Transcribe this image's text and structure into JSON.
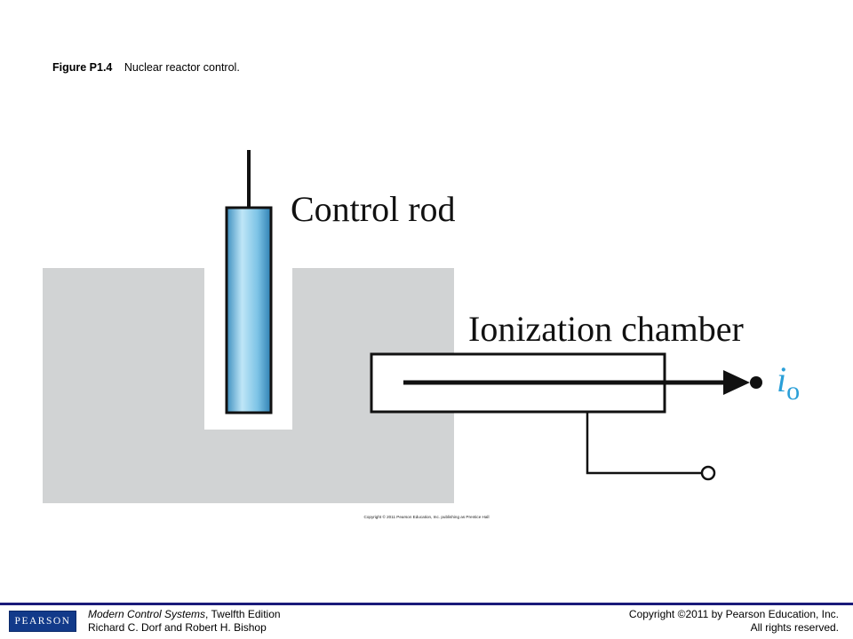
{
  "caption": {
    "figure_label": "Figure P1.4",
    "title": "Nuclear reactor control."
  },
  "diagram": {
    "control_rod_label": "Control rod",
    "ionization_chamber_label": "Ionization chamber",
    "output_symbol": "i",
    "output_subscript": "o",
    "copyright_small": "Copyright © 2011 Pearson Education, Inc. publishing as Prentice Hall",
    "colors": {
      "reactor_core": "#d1d3d4",
      "rod_fill": "#8fcbe8",
      "output_label": "#2a9fd8"
    }
  },
  "footer": {
    "logo_text": "PEARSON",
    "book_title": "Modern Control Systems",
    "edition": ", Twelfth Edition",
    "authors": "Richard C. Dorf and Robert H. Bishop",
    "copyright": "Copyright ©2011 by Pearson Education, Inc.",
    "rights": "All rights reserved."
  }
}
